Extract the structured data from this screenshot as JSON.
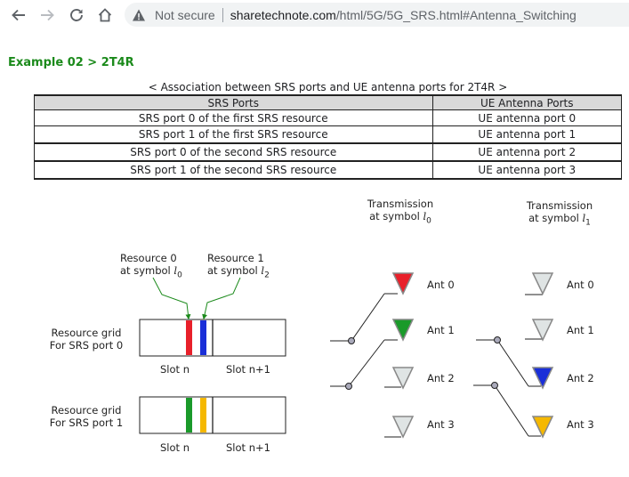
{
  "browser": {
    "back_icon": "arrow-left-icon",
    "forward_icon": "arrow-right-icon",
    "reload_icon": "reload-icon",
    "home_icon": "home-icon",
    "security_icon": "warning-triangle-icon",
    "security_text": "Not secure",
    "url_host": "sharetechnote.com",
    "url_rest": "/html/5G/5G_SRS.html#Antenna_Switching"
  },
  "page": {
    "heading": "Example 02 > 2T4R",
    "table_caption": "< Association between SRS ports and UE antenna ports for 2T4R >",
    "table": {
      "headers": [
        "SRS Ports",
        "UE Antenna Ports"
      ],
      "rows": [
        [
          "SRS port 0 of the first SRS resource",
          "UE antenna port 0"
        ],
        [
          "SRS port 1 of the first SRS resource",
          "UE antenna port 1"
        ],
        [
          "SRS port 0 of the second SRS resource",
          "UE antenna port 2"
        ],
        [
          "SRS port 1 of the second SRS resource",
          "UE antenna port 3"
        ]
      ]
    }
  },
  "diagram": {
    "tx_label_0": {
      "line1": "Transmission",
      "line2": "at symbol",
      "sym": "l",
      "sub": "0"
    },
    "tx_label_1": {
      "line1": "Transmission",
      "line2": "at symbol",
      "sym": "l",
      "sub": "1"
    },
    "resource0": {
      "line1": "Resource 0",
      "line2": "at symbol",
      "sym": "l",
      "sub": "0"
    },
    "resource1": {
      "line1": "Resource 1",
      "line2": "at symbol",
      "sym": "l",
      "sub": "2"
    },
    "grid0": {
      "line1": "Resource grid",
      "line2": "For SRS port 0"
    },
    "grid1": {
      "line1": "Resource grid",
      "line2": "For SRS port 1"
    },
    "slot_n": "Slot n",
    "slot_n1": "Slot n+1",
    "antennas": [
      "Ant 0",
      "Ant 1",
      "Ant 2",
      "Ant 3"
    ],
    "colors": {
      "red": "#e8202a",
      "blue": "#1a2fd8",
      "green": "#1a9a2a",
      "yellow": "#f5b800",
      "grey": "#dfe4e4",
      "label_green": "#1b8a1b"
    }
  }
}
